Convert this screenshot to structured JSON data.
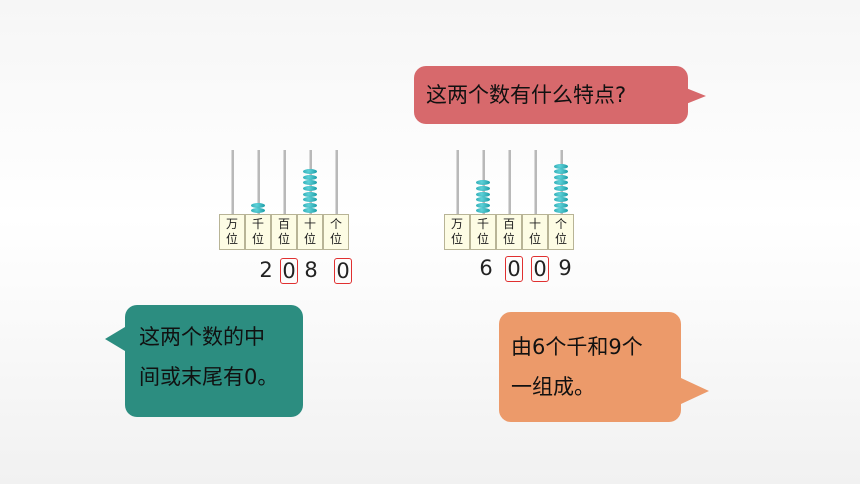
{
  "bubbles": {
    "top": {
      "text": "这两个数有什么特点?",
      "color": "#d7696c"
    },
    "left": {
      "line1": "这两个数的中",
      "line2": "间或末尾有0。",
      "color": "#2c8d80"
    },
    "right": {
      "line1": "由6个千和9个",
      "line2": "一组成。",
      "color": "#ec9a6a"
    }
  },
  "abacus_labels": [
    {
      "top": "万",
      "bottom": "位"
    },
    {
      "top": "千",
      "bottom": "位"
    },
    {
      "top": "百",
      "bottom": "位"
    },
    {
      "top": "十",
      "bottom": "位"
    },
    {
      "top": "个",
      "bottom": "位"
    }
  ],
  "abacuses": [
    {
      "beads": [
        0,
        2,
        0,
        8,
        0
      ],
      "digits": [
        "2",
        "0",
        "8",
        "0"
      ],
      "circled": [
        false,
        true,
        false,
        true
      ]
    },
    {
      "beads": [
        0,
        6,
        0,
        0,
        9
      ],
      "digits": [
        "6",
        "0",
        "0",
        "9"
      ],
      "circled": [
        false,
        true,
        true,
        false
      ]
    }
  ],
  "colors": {
    "bead": "#199aa4",
    "circle": "#e03030",
    "label_bg": "#fdfce4"
  }
}
